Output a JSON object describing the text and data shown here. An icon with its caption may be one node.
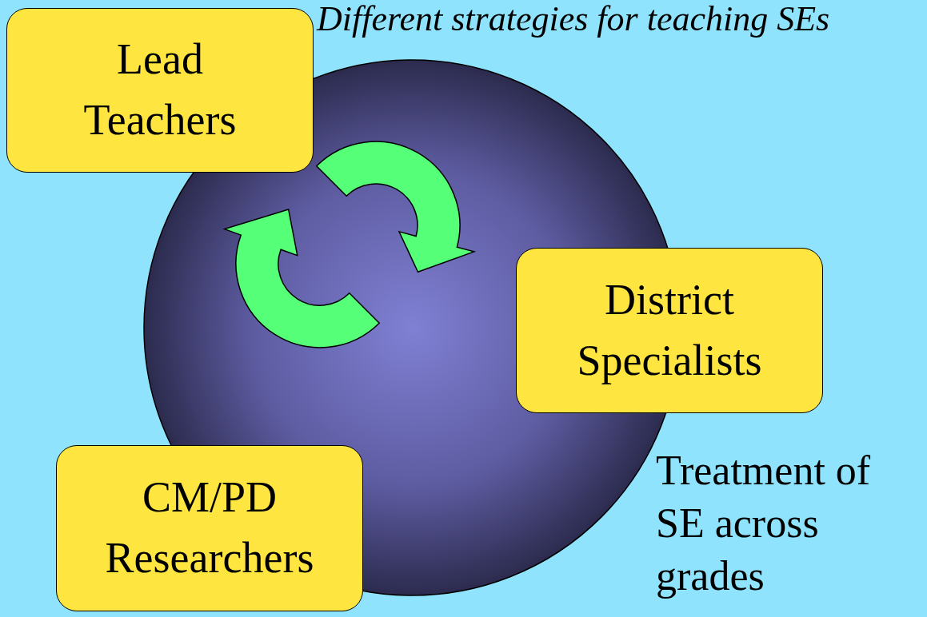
{
  "diagram": {
    "title": "Different strategies for teaching SEs",
    "nodes": [
      {
        "text": [
          "Lead Teachers"
        ]
      },
      {
        "text": [
          "District Specialists"
        ]
      },
      {
        "text": [
          "CM/PD Researchers"
        ]
      }
    ],
    "labels": [
      "Treatment of SE across grades"
    ]
  }
}
